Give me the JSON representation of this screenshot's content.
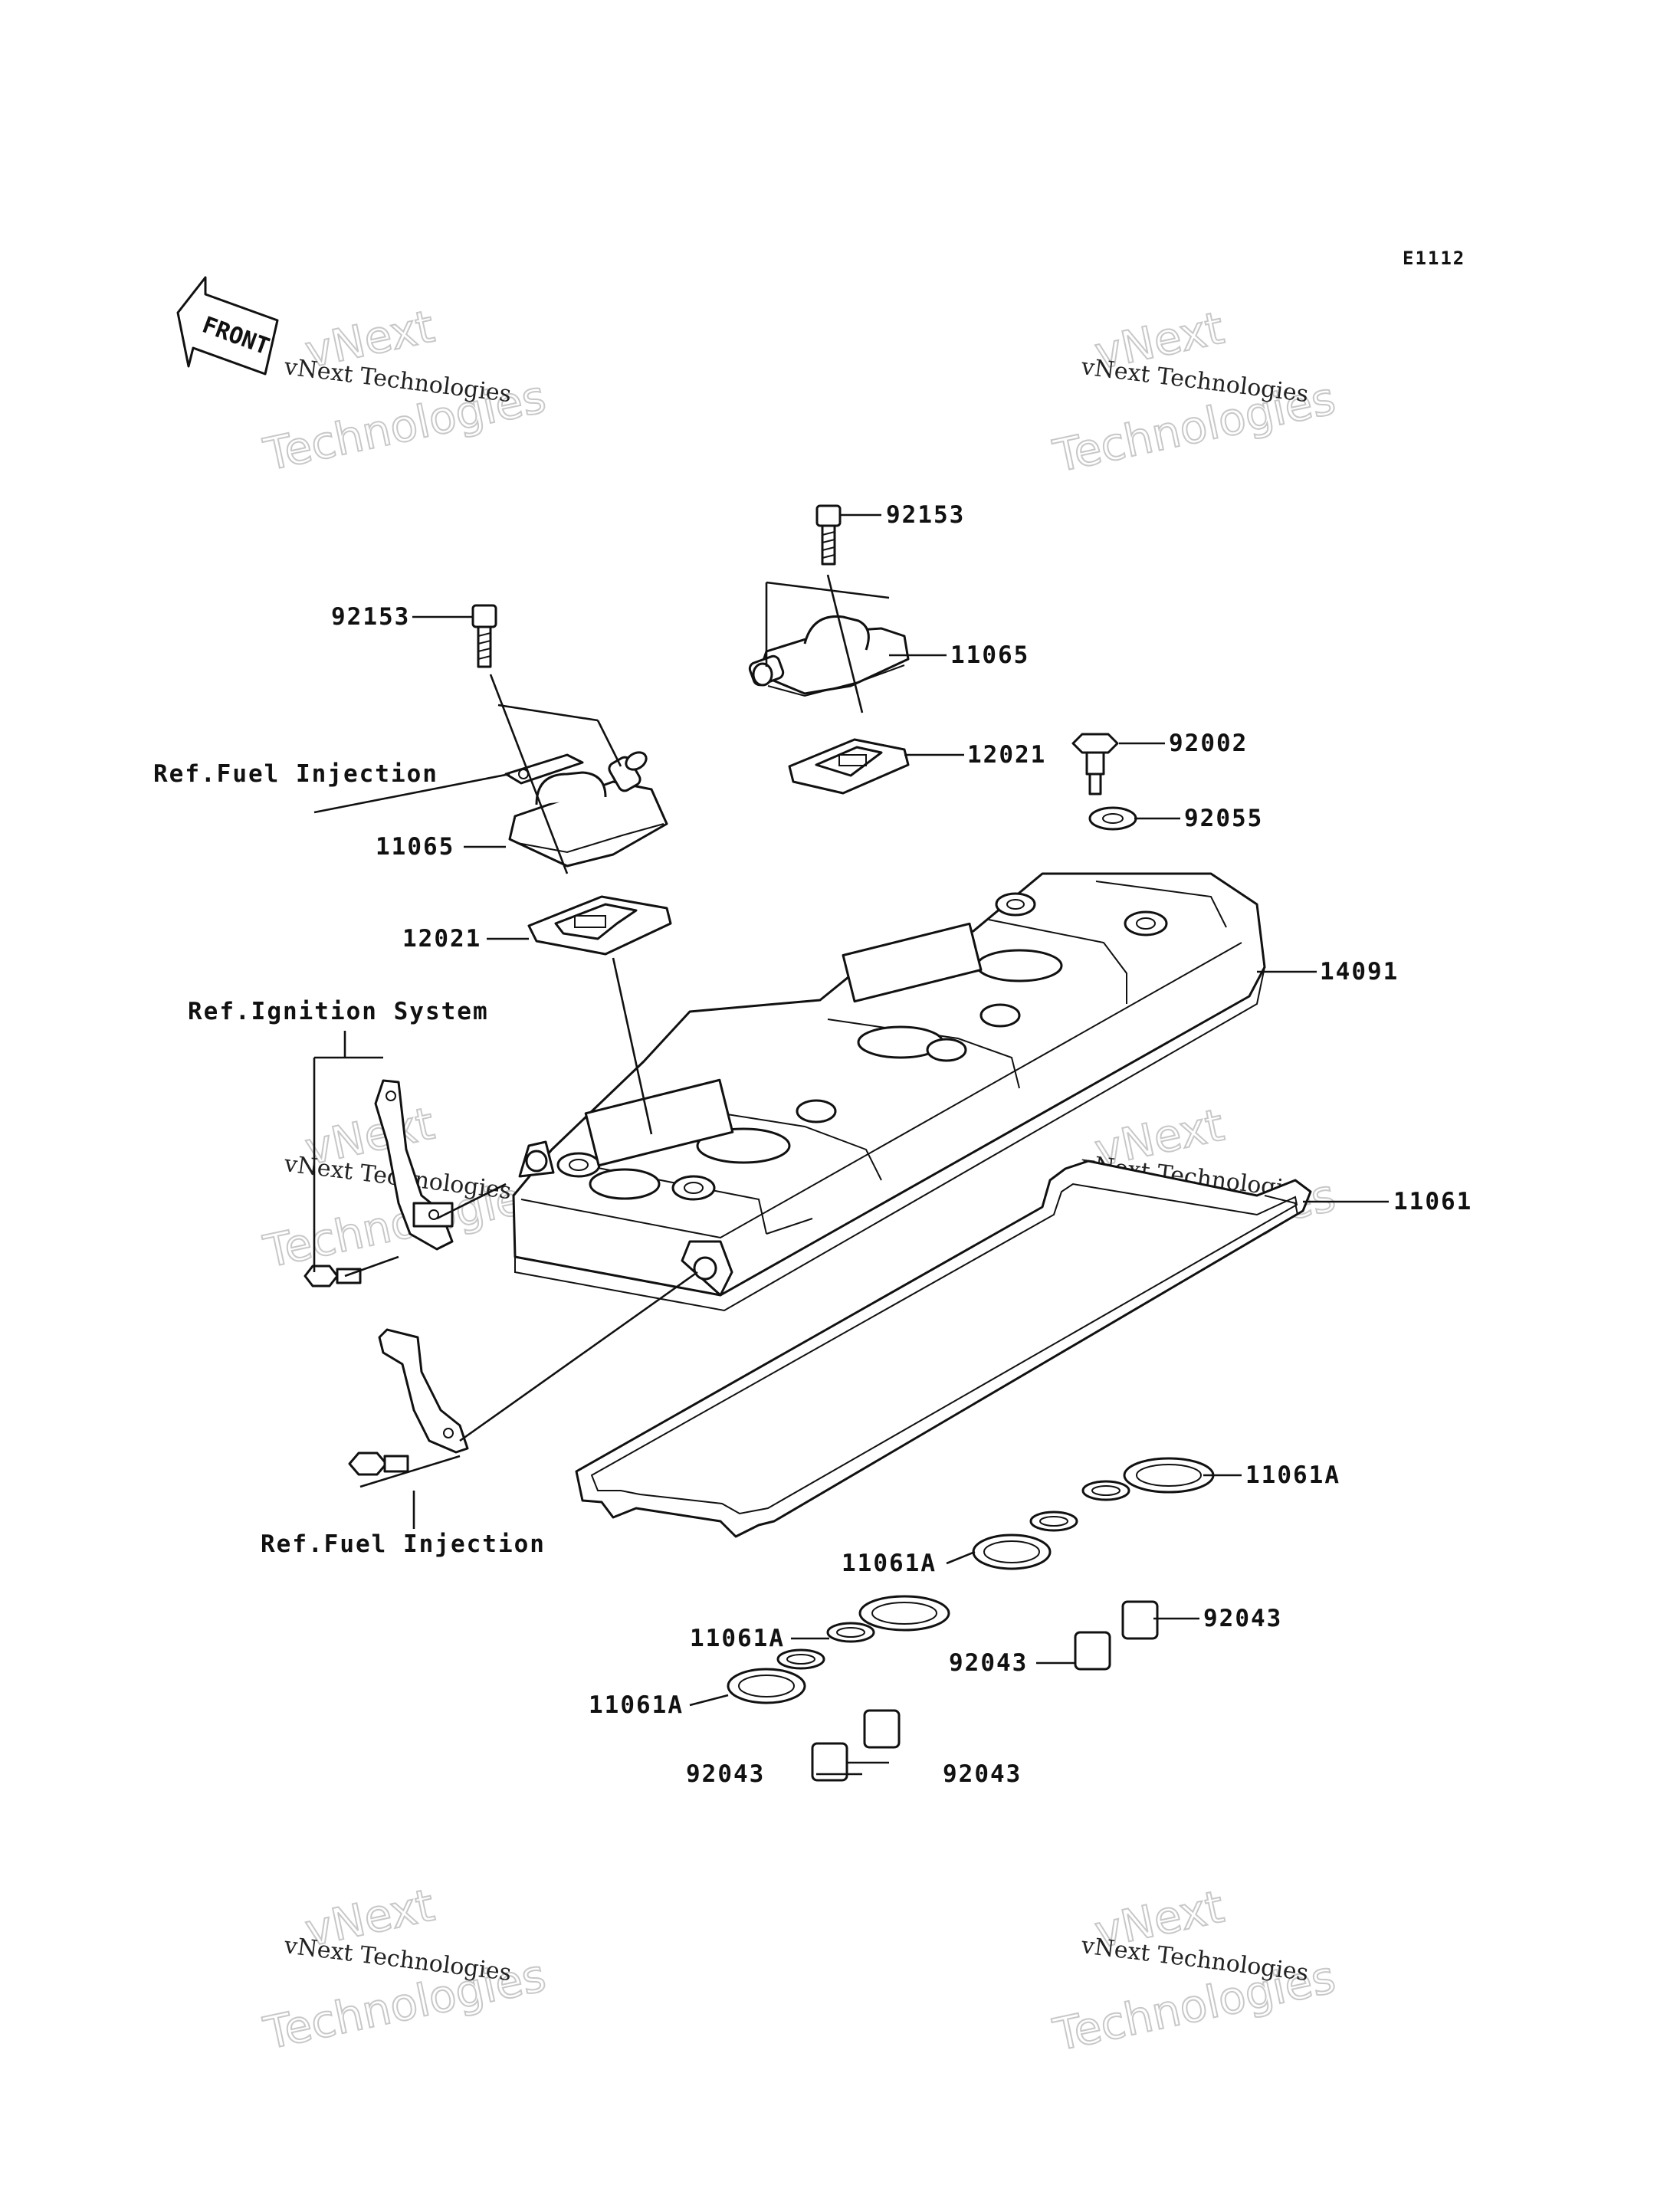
{
  "diagram_code": "E1112",
  "front_label": "FRONT",
  "watermark": {
    "line1": "vNext Technologies",
    "line2": "vNext",
    "line3": "Technologies"
  },
  "callouts": [
    {
      "id": "c-92153-top",
      "text": "92153"
    },
    {
      "id": "c-92153-left",
      "text": "92153"
    },
    {
      "id": "c-11065-top",
      "text": "11065"
    },
    {
      "id": "c-11065-left",
      "text": "11065"
    },
    {
      "id": "c-12021-top",
      "text": "12021"
    },
    {
      "id": "c-12021-left",
      "text": "12021"
    },
    {
      "id": "c-92002",
      "text": "92002"
    },
    {
      "id": "c-92055",
      "text": "92055"
    },
    {
      "id": "c-14091",
      "text": "14091"
    },
    {
      "id": "c-11061",
      "text": "11061"
    },
    {
      "id": "c-11061a-1",
      "text": "11061A"
    },
    {
      "id": "c-11061a-2",
      "text": "11061A"
    },
    {
      "id": "c-11061a-3",
      "text": "11061A"
    },
    {
      "id": "c-11061a-4",
      "text": "11061A"
    },
    {
      "id": "c-92043-1",
      "text": "92043"
    },
    {
      "id": "c-92043-2",
      "text": "92043"
    },
    {
      "id": "c-92043-3",
      "text": "92043"
    },
    {
      "id": "c-92043-4",
      "text": "92043"
    }
  ],
  "references": {
    "fuel_injection_top": "Ref.Fuel Injection",
    "ignition_system": "Ref.Ignition System",
    "fuel_injection_bottom": "Ref.Fuel Injection"
  }
}
